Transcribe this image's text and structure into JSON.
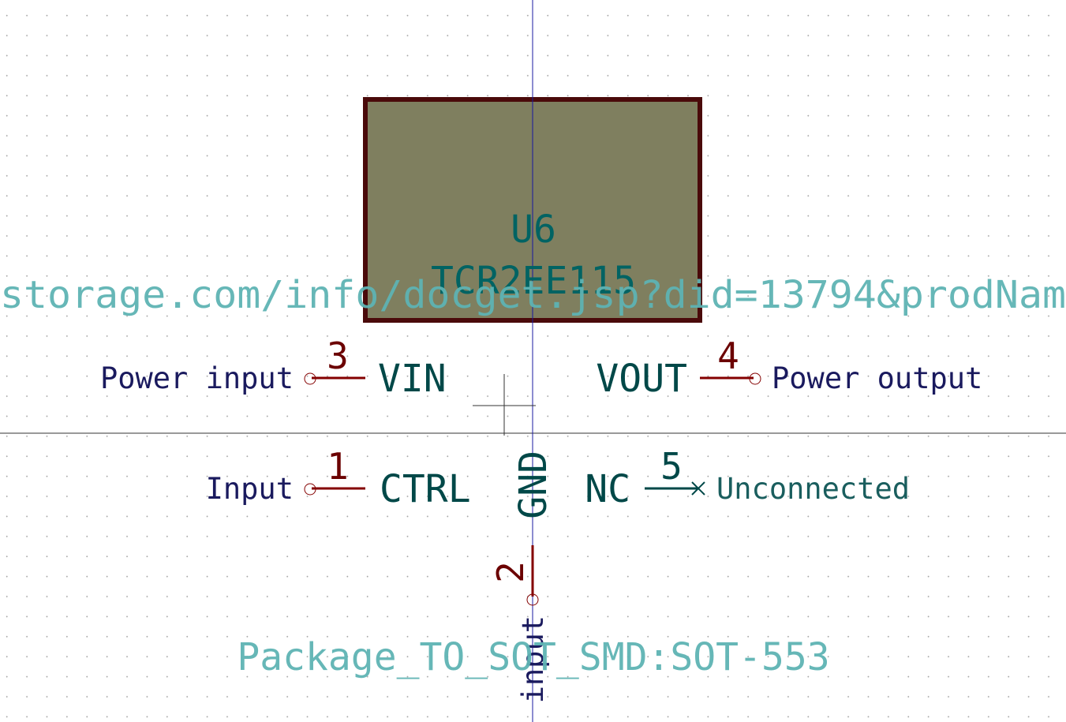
{
  "component": {
    "reference": "U6",
    "value": "TCR2EE115",
    "datasheet": "storage.com/info/docget.jsp?did=13794&prodNam",
    "footprint": "Package_TO_SOT_SMD:SOT-553"
  },
  "pins": [
    {
      "number": "3",
      "name": "VIN",
      "type": "Power input"
    },
    {
      "number": "4",
      "name": "VOUT",
      "type": "Power output"
    },
    {
      "number": "1",
      "name": "CTRL",
      "type": "Input"
    },
    {
      "number": "5",
      "name": "NC",
      "type": "Unconnected"
    },
    {
      "number": "2",
      "name": "GND",
      "type": "r input"
    }
  ],
  "colors": {
    "body_fill": "#7f7f5f",
    "body_outline": "#4a0a0a",
    "pin_line": "#840000",
    "pin_name": "#004848",
    "pin_type": "#1a1a5e",
    "field_text": "#5eb3b3",
    "reference_text": "#006363",
    "axis_x": "#333333",
    "axis_y": "#1a1aa0"
  }
}
